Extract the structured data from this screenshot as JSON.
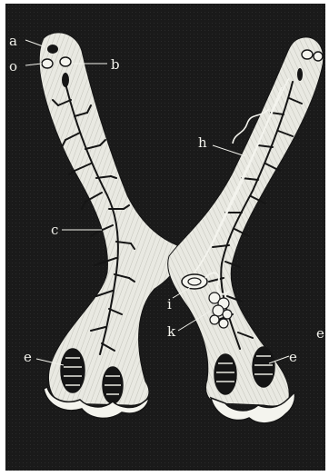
{
  "figure": {
    "labels": {
      "a": "a",
      "o": "o",
      "b": "b",
      "c": "c",
      "h": "h",
      "i": "i",
      "k": "k",
      "e_left": "e",
      "e_right": "e",
      "e_edge": "e"
    },
    "colors": {
      "background": "#1a1a1a",
      "body_fill": "#e9e9e2",
      "ink": "#151515",
      "label": "#f2f2ec"
    }
  }
}
